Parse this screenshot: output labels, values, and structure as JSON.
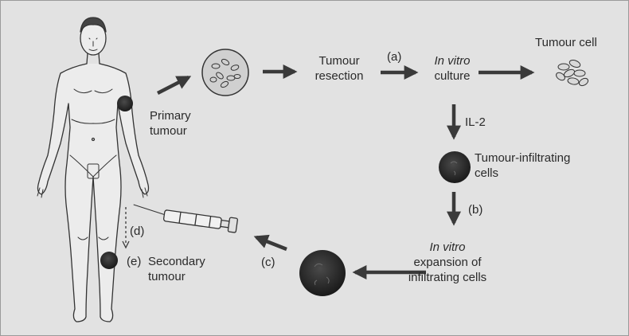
{
  "labels": {
    "primary_tumour": [
      "Primary",
      "tumour"
    ],
    "tumour_resection": [
      "Tumour",
      "resection"
    ],
    "step_a": "(a)",
    "in_vitro_culture": [
      "In vitro",
      "culture"
    ],
    "tumour_cell": "Tumour cell",
    "il2": "IL-2",
    "tumour_infiltrating_cells": [
      "Tumour-infiltrating",
      "cells"
    ],
    "step_b": "(b)",
    "in_vitro_expansion": [
      "In vitro",
      "expansion of",
      "infiltrating cells"
    ],
    "step_c": "(c)",
    "step_d": "(d)",
    "step_e": "(e)",
    "secondary_tumour": [
      "Secondary",
      "tumour"
    ]
  },
  "colors": {
    "background": "#e2e2e2",
    "arrow": "#3a3a3a",
    "cell_dark": "#222222",
    "text": "#2a2a2a"
  }
}
